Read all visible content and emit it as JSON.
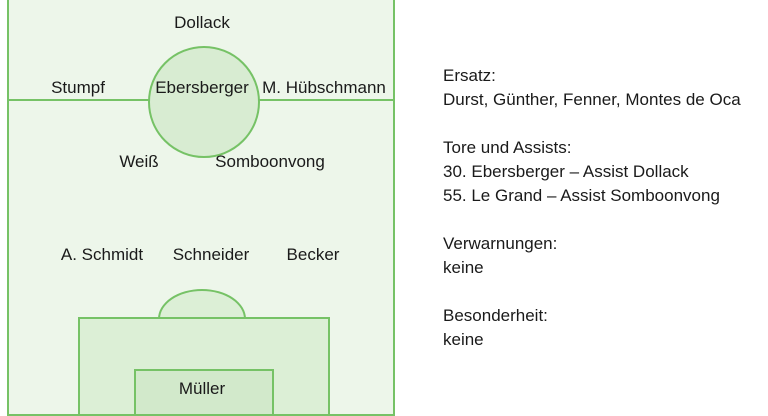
{
  "players": {
    "dollack": "Dollack",
    "stumpf": "Stumpf",
    "ebersberger": "Ebersberger",
    "huebschmann": "M. Hübschmann",
    "weiss": "Weiß",
    "somboonvong": "Somboonvong",
    "schmidt": "A. Schmidt",
    "schneider": "Schneider",
    "becker": "Becker",
    "mueller": "Müller"
  },
  "info": {
    "substitutes": {
      "heading": "Ersatz:",
      "names": "Durst, Günther, Fenner, Montes de Oca"
    },
    "goals": {
      "heading": "Tore und Assists:",
      "lines": [
        "30. Ebersberger – Assist Dollack",
        "55. Le Grand – Assist Somboonvong"
      ]
    },
    "cards": {
      "heading": "Verwarnungen:",
      "value": "keine"
    },
    "special": {
      "heading": "Besonderheit:",
      "value": "keine"
    }
  },
  "colors": {
    "pitch_line": "#76c266",
    "pitch_fill": "#edf6ea"
  }
}
